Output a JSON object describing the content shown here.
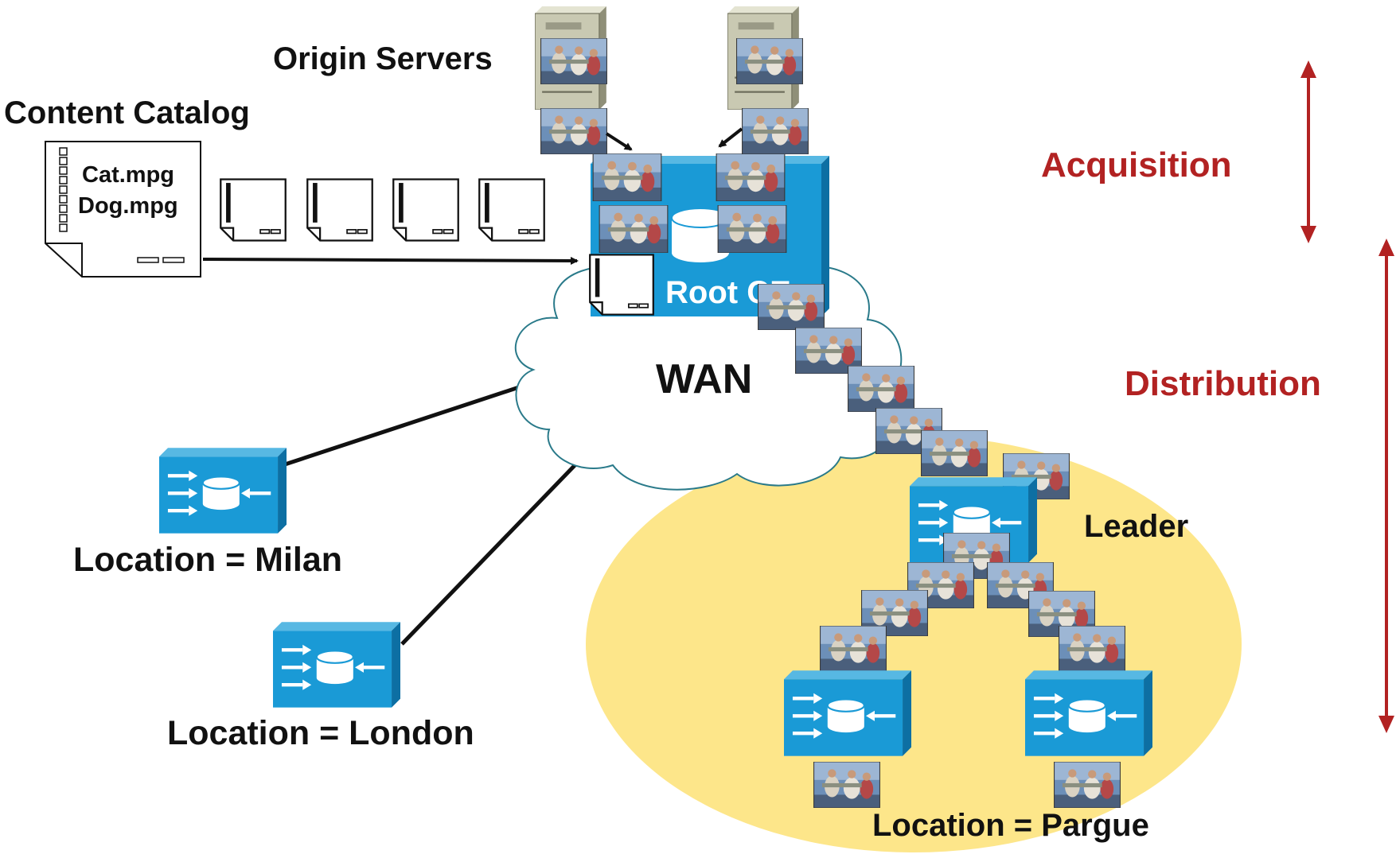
{
  "labels": {
    "origin_servers": "Origin Servers",
    "content_catalog": "Content Catalog",
    "catalog_file_1": "Cat.mpg",
    "catalog_file_2": "Dog.mpg",
    "root_ce": "Root CE",
    "wan": "WAN",
    "acquisition": "Acquisition",
    "distribution": "Distribution",
    "leader": "Leader",
    "location_milan": "Location = Milan",
    "location_london": "Location = London",
    "location_prague": "Location = Pargue"
  },
  "colors": {
    "device_blue": "#1a9ad6",
    "device_blue_dark": "#0d6fa3",
    "accent_red": "#b22222",
    "region_yellow": "#fde68a",
    "server_gray": "#c9c9b2"
  },
  "icons": {
    "content_engine": "content-engine-icon",
    "server": "server-icon",
    "document": "document-icon",
    "cloud": "cloud-icon",
    "photo": "photo-thumbnail-icon"
  }
}
